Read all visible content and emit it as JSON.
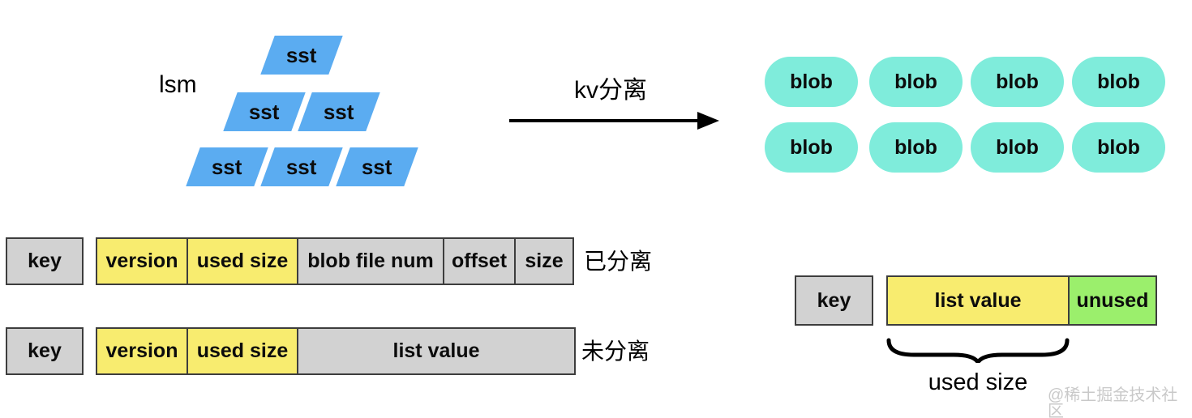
{
  "colors": {
    "sst_blue": "#5bacf1",
    "blob_teal": "#7fecdb",
    "cell_yellow": "#f8ec6f",
    "cell_gray": "#d2d2d2",
    "cell_green": "#9bef6c",
    "border_dark": "#3d3d3d",
    "watermark_gray": "#c9c9c9"
  },
  "lsm": {
    "label": "lsm",
    "sst": "sst"
  },
  "transform_arrow": {
    "label": "kv分离"
  },
  "blob_store": {
    "label": "blob"
  },
  "separated_record": {
    "key": "key",
    "cells": [
      {
        "label": "version",
        "color": "yellow"
      },
      {
        "label": "used size",
        "color": "yellow"
      },
      {
        "label": "blob file num",
        "color": "gray"
      },
      {
        "label": "offset",
        "color": "gray"
      },
      {
        "label": "size",
        "color": "gray"
      }
    ],
    "tag": "已分离"
  },
  "unseparated_record": {
    "key": "key",
    "cells": [
      {
        "label": "version",
        "color": "yellow"
      },
      {
        "label": "used size",
        "color": "yellow"
      },
      {
        "label": "list value",
        "color": "gray"
      }
    ],
    "tag": "未分离"
  },
  "blob_file_record": {
    "key": "key",
    "cells": [
      {
        "label": "list value",
        "color": "yellow"
      },
      {
        "label": "unused",
        "color": "green"
      }
    ],
    "brace_label": "used size"
  },
  "watermark": "@稀土掘金技术社区"
}
